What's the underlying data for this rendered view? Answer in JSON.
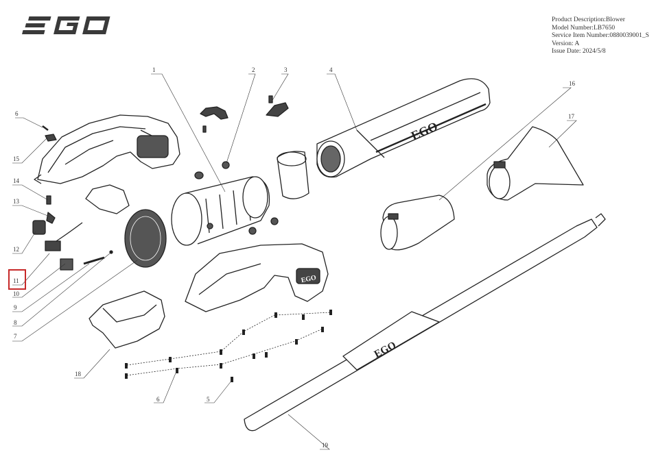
{
  "brand": {
    "logo_text": "EGO",
    "logo_color": "#3a3a3a"
  },
  "info": {
    "product_description": "Product Description:Blower",
    "model_number": "Model Number:LB7650",
    "service_item_number": "Service Item Number:0880039001_S",
    "version": "Version: A",
    "issue_date": "Issue Date: 2024/5/8"
  },
  "callouts": {
    "c1": "1",
    "c2": "2",
    "c3": "3",
    "c4": "4",
    "c5": "5",
    "c6a": "6",
    "c6b": "6",
    "c7": "7",
    "c8": "8",
    "c9": "9",
    "c10": "10",
    "c11": "11",
    "c12": "12",
    "c13": "13",
    "c14": "14",
    "c15": "15",
    "c16": "16",
    "c17": "17",
    "c18": "18",
    "c19": "19"
  },
  "part_labels": {
    "tube_brand": "EGO",
    "handle_brand": "EGO",
    "strap_brand": "EGO"
  },
  "highlight": {
    "target": "11",
    "color": "#c62828"
  }
}
